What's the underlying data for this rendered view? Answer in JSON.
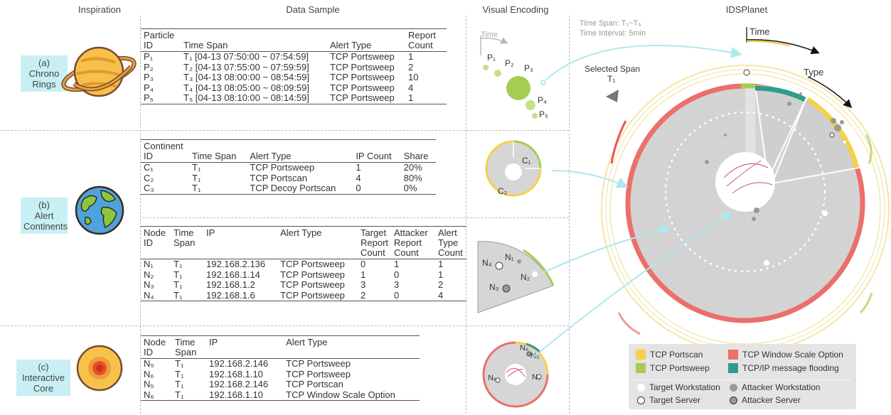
{
  "headers": {
    "inspiration": "Inspiration",
    "data_sample": "Data Sample",
    "visual_encoding": "Visual Encoding",
    "idsplanet": "IDSPlanet"
  },
  "labels": {
    "a": {
      "letter": "(a)",
      "line1": "Chrono",
      "line2": "Rings"
    },
    "b": {
      "letter": "(b)",
      "line1": "Alert",
      "line2": "Continents"
    },
    "c": {
      "letter": "(c)",
      "line1": "Interactive",
      "line2": "Core"
    }
  },
  "table1": {
    "headers": [
      "Particle ID",
      "Time Span",
      "Alert Type",
      "Report Count"
    ],
    "rows": [
      [
        "P₁",
        "T₁ [04-13 07:50:00 ~ 07:54:59]",
        "TCP Portsweep",
        "1"
      ],
      [
        "P₂",
        "T₂ [04-13 07:55:00 ~ 07:59:59]",
        "TCP Portsweep",
        "2"
      ],
      [
        "P₃",
        "T₃ [04-13 08:00:00 ~ 08:54:59]",
        "TCP Portsweep",
        "10"
      ],
      [
        "P₄",
        "T₄ [04-13 08:05:00 ~ 08:09:59]",
        "TCP Portsweep",
        "4"
      ],
      [
        "P₅",
        "T₅ [04-13 08:10:00 ~ 08:14:59]",
        "TCP Portsweep",
        "1"
      ]
    ]
  },
  "table2": {
    "headers": [
      "Continent ID",
      "Time Span",
      "Alert Type",
      "IP Count",
      "Share"
    ],
    "rows": [
      [
        "C₁",
        "T₁",
        "TCP Portsweep",
        "1",
        "20%"
      ],
      [
        "C₂",
        "T₁",
        "TCP Portscan",
        "4",
        "80%"
      ],
      [
        "C₃",
        "T₁",
        "TCP Decoy Portscan",
        "0",
        "0%"
      ]
    ]
  },
  "table3": {
    "headers": [
      "Node ID",
      "Time Span",
      "IP",
      "Alert Type",
      "Target Report Count",
      "Attacker Report Count",
      "Alert Type Count"
    ],
    "rows": [
      [
        "N₁",
        "T₁",
        "192.168.2.136",
        "TCP Portsweep",
        "0",
        "1",
        "1"
      ],
      [
        "N₂",
        "T₁",
        "192.168.1.14",
        "TCP Portsweep",
        "1",
        "0",
        "1"
      ],
      [
        "N₃",
        "T₁",
        "192.168.1.2",
        "TCP Portsweep",
        "3",
        "3",
        "2"
      ],
      [
        "N₄",
        "T₁",
        "192.168.1.6",
        "TCP Portsweep",
        "2",
        "0",
        "4"
      ]
    ]
  },
  "table4": {
    "headers": [
      "Node ID",
      "Time Span",
      "IP",
      "Alert Type"
    ],
    "rows": [
      [
        "N₅",
        "T₁",
        "192.168.2.146",
        "TCP Portsweep"
      ],
      [
        "N₆",
        "T₁",
        "192.168.1.10",
        "TCP Portsweep"
      ],
      [
        "N₅",
        "T₁",
        "192.168.2.146",
        "TCP Portscan"
      ],
      [
        "N₆",
        "T₁",
        "192.168.1.10",
        "TCP Window Scale Option"
      ]
    ]
  },
  "encoding": {
    "time_label": "Time",
    "particles": [
      "P₁",
      "P₂",
      "P₃",
      "P₄",
      "P₅"
    ],
    "continents": [
      "C₁",
      "C₂"
    ],
    "nodes": [
      "N₁",
      "N₂",
      "N₃",
      "N₄"
    ],
    "core_nodes": [
      "N₆",
      "N₅",
      "N₆",
      "N₅"
    ]
  },
  "planet": {
    "time_span": "Time Span: T₁~T₅",
    "time_interval": "Time Interval: 5min",
    "selected_span": "Selected Span",
    "selected_span_t": "T₁",
    "time": "Time",
    "type": "Type"
  },
  "colors": {
    "portscan": "#f5d04a",
    "portsweep": "#a6cc52",
    "window_scale": "#ec6f6a",
    "flooding": "#2f9c8c",
    "label_bg": "#c8f0f4",
    "arrow": "#aee8ee"
  },
  "legend": {
    "portscan": "TCP Portscan",
    "window_scale": "TCP Window Scale Option",
    "portsweep": "TCP Portsweep",
    "flooding": "TCP/IP message flooding",
    "target_ws": "Target Workstation",
    "attacker_ws": "Attacker Workstation",
    "target_server": "Target Server",
    "attacker_server": "Attacker Server"
  }
}
